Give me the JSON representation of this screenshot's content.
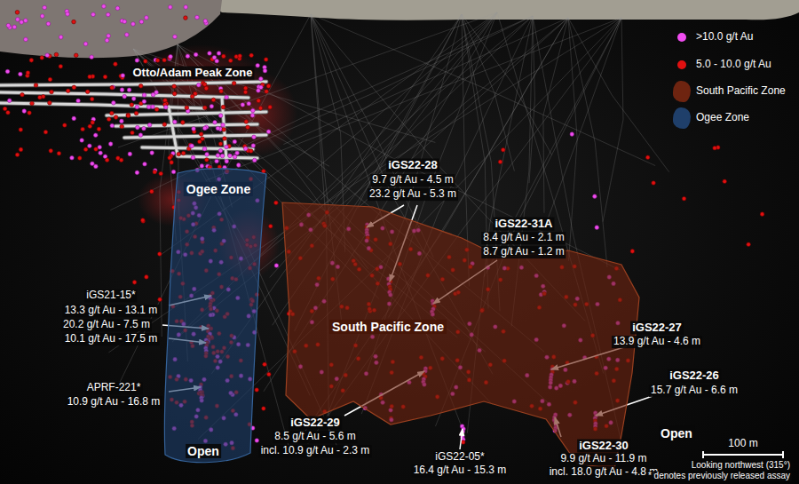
{
  "diagram": {
    "nodes": [
      {
        "text": [
          "Ogee Zone"
        ]
      },
      {
        "text": [
          "South Pacific Zone"
        ]
      }
    ],
    "labels": [
      "Otto/Adam Peak Zone",
      "iGS22-28",
      "9.7 g/t Au - 4.5 m",
      "23.2 g/t Au - 5.3 m",
      "iGS22-31A",
      "8.4 g/t Au - 2.1 m",
      "8.7 g/t Au - 1.2 m",
      "iGS21-15*",
      "13.3 g/t Au - 13.1 m",
      "20.2 g/t Au - 7.5 m",
      "10.1 g/t Au - 17.5 m",
      "iGS22-27",
      "13.9 g/t Au - 4.6 m",
      "iGS22-26",
      "15.7 g/t Au - 6.6 m",
      "APRF-221*",
      "10.9 g/t Au - 16.8 m",
      "Open",
      "iGS22-29",
      "8.5 g/t Au - 5.6 m",
      "incl. 10.9 g/t Au - 2.3 m",
      "iGS22-05*",
      "16.4 g/t Au - 15.3 m",
      "iGS22-30",
      "9.9 g/t Au - 11.9 m",
      "incl. 18.0 g/t Au - 4.8 m",
      "Open",
      "100 m",
      "Looking northwest (315°)",
      "* denotes previously released assay"
    ],
    "legend": [
      {
        "text": ">10.0 g/t Au",
        "color": "#f04cf0"
      },
      {
        "text": "5.0 - 10.0 g/t Au",
        "color": "#e01010"
      },
      {
        "text": "South Pacific Zone",
        "color": "#6e2410"
      },
      {
        "text": "Ogee Zone",
        "color": "#1f3f6a"
      }
    ]
  }
}
